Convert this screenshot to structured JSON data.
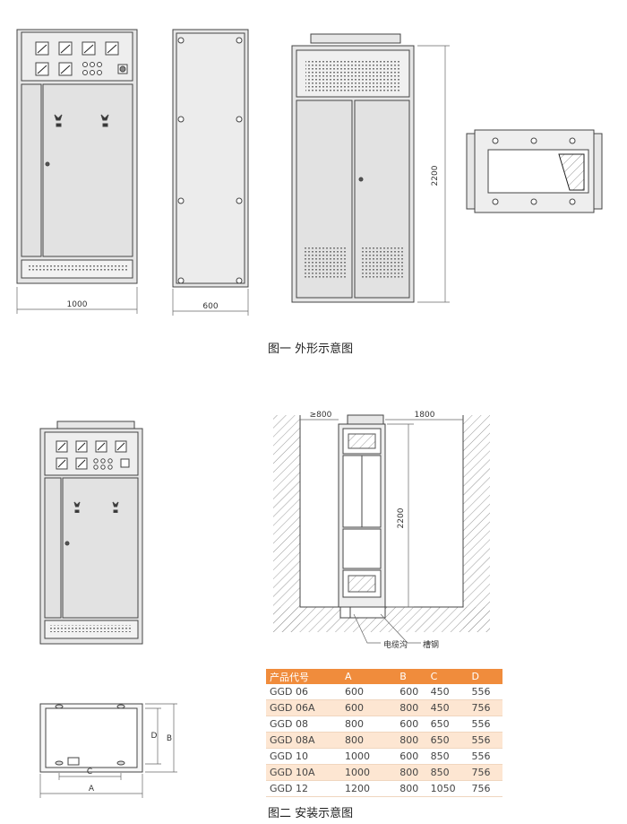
{
  "figure1": {
    "caption": "图一 外形示意图",
    "dim_width": "1000",
    "dim_depth": "600",
    "dim_height": "2200"
  },
  "figure2": {
    "caption": "图二 安装示意图",
    "clearance_back": "≥800",
    "clearance_front": "1800",
    "height": "2200",
    "label_trench": "电缆沟",
    "label_channel": "槽钢",
    "dim_a": "A",
    "dim_b": "B",
    "dim_c": "C",
    "dim_d": "D"
  },
  "specs_table": {
    "headers": [
      "产品代号",
      "A",
      "B",
      "C",
      "D"
    ],
    "rows": [
      [
        "GGD 06",
        "600",
        "600",
        "450",
        "556"
      ],
      [
        "GGD 06A",
        "600",
        "800",
        "450",
        "756"
      ],
      [
        "GGD 08",
        "800",
        "600",
        "650",
        "556"
      ],
      [
        "GGD 08A",
        "800",
        "800",
        "650",
        "556"
      ],
      [
        "GGD 10",
        "1000",
        "600",
        "850",
        "556"
      ],
      [
        "GGD 10A",
        "1000",
        "800",
        "850",
        "756"
      ],
      [
        "GGD 12",
        "1200",
        "800",
        "1050",
        "756"
      ]
    ]
  },
  "colors": {
    "cabinet_fill": "#e8e8e8",
    "outline": "#444444",
    "table_header": "#f08c3c",
    "table_alt_row": "#fde6d2"
  }
}
